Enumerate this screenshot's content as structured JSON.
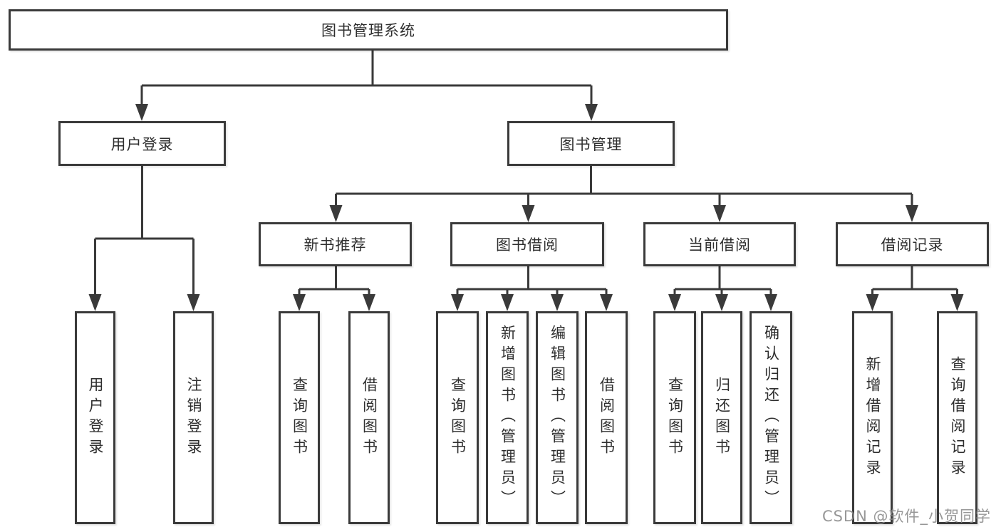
{
  "diagram": {
    "type": "hierarchy-tree",
    "tree": {
      "root": {
        "label": "图书管理系统",
        "children": [
          {
            "label": "用户登录",
            "children": [
              {
                "label": "用户登录"
              },
              {
                "label": "注销登录"
              }
            ]
          },
          {
            "label": "图书管理",
            "children": [
              {
                "label": "新书推荐",
                "children": [
                  {
                    "label": "查询图书"
                  },
                  {
                    "label": "借阅图书"
                  }
                ]
              },
              {
                "label": "图书借阅",
                "children": [
                  {
                    "label": "查询图书"
                  },
                  {
                    "label": "新增图书（管理员）"
                  },
                  {
                    "label": "编辑图书（管理员）"
                  },
                  {
                    "label": "借阅图书"
                  }
                ]
              },
              {
                "label": "当前借阅",
                "children": [
                  {
                    "label": "查询图书"
                  },
                  {
                    "label": "归还图书"
                  },
                  {
                    "label": "确认归还（管理员）"
                  }
                ]
              },
              {
                "label": "借阅记录",
                "children": [
                  {
                    "label": "新增借阅记录"
                  },
                  {
                    "label": "查询借阅记录"
                  }
                ]
              }
            ]
          }
        ]
      }
    },
    "colors": {
      "line": "#3a3a3a",
      "box_border": "#3a3a3a",
      "box_fill": "#ffffff",
      "text": "#2e2e2e",
      "background": "#ffffff"
    }
  },
  "watermark": {
    "text": "CSDN @软件_小贺同学",
    "color": "#8c8c8c"
  }
}
